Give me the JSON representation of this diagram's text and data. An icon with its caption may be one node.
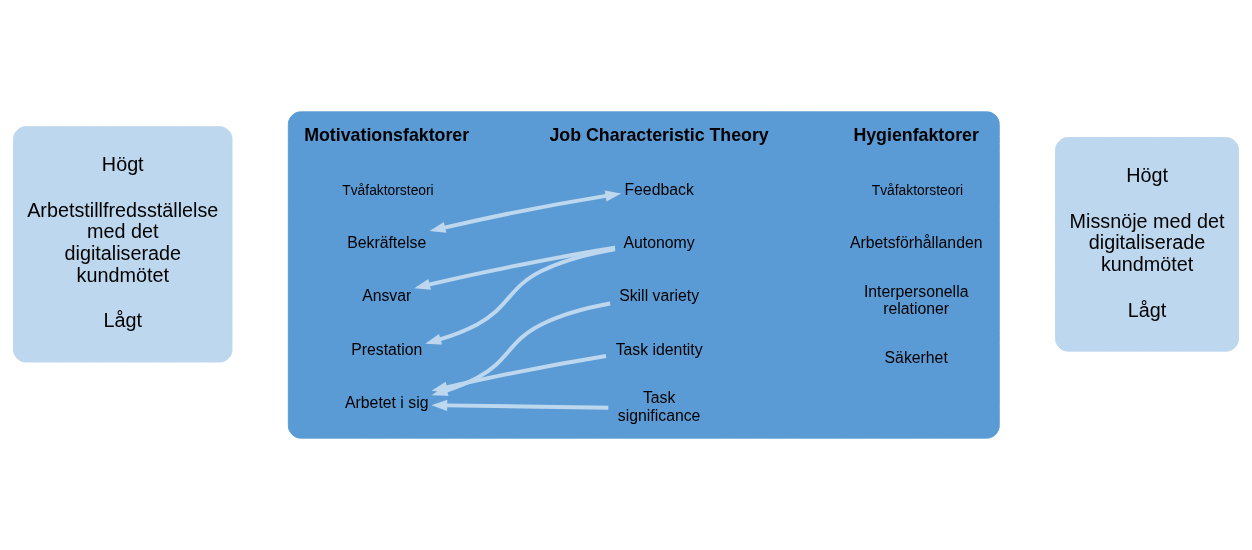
{
  "diagram": {
    "nodes": [
      {
        "text": [
          "Högt",
          "Arbetstillfredsställelse med det digitaliserade kundmötet",
          "Lågt"
        ]
      },
      {
        "text": [],
        "shape": "box"
      },
      {
        "text": [
          "Bekräftelse"
        ],
        "in": 1
      },
      {
        "text": [
          "Ansvar"
        ],
        "in": 1
      },
      {
        "text": [
          "Prestation"
        ],
        "in": 1
      },
      {
        "text": [
          "Arbetet i sig"
        ],
        "in": 1
      },
      {
        "text": [
          "Feedback"
        ],
        "in": 1
      },
      {
        "text": [
          "Autonomy"
        ],
        "in": 1
      },
      {
        "text": [
          "Skill variety"
        ],
        "in": 1
      },
      {
        "text": [
          "Task identity"
        ],
        "in": 1
      },
      {
        "text": [
          "Task significance"
        ],
        "in": 1
      },
      {
        "text": [
          "Arbetsförhållanden"
        ],
        "in": 1
      },
      {
        "text": [
          "Interpersonella relationer"
        ],
        "in": 1
      },
      {
        "text": [
          "Säkerhet"
        ],
        "in": 1
      },
      {
        "text": [
          "Högt",
          "Missnöje med det digitaliserade kundmötet",
          "Lågt"
        ]
      }
    ],
    "edges": [
      {
        "from": 2,
        "to": 6,
        "arrow": "both"
      },
      {
        "from": 7,
        "to": 3,
        "arrow": "to"
      },
      {
        "from": 7,
        "to": 4,
        "arrow": "to"
      },
      {
        "from": 8,
        "to": 5,
        "arrow": "to"
      },
      {
        "from": 9,
        "to": 5,
        "arrow": "to"
      },
      {
        "from": 10,
        "to": 5,
        "arrow": "to"
      }
    ],
    "labels": [
      "Motivationsfaktorer",
      "Tvåfaktorsteori",
      "Job Characteristic Theory",
      "Hygienfaktorer",
      "Tvåfaktorsteori"
    ]
  }
}
